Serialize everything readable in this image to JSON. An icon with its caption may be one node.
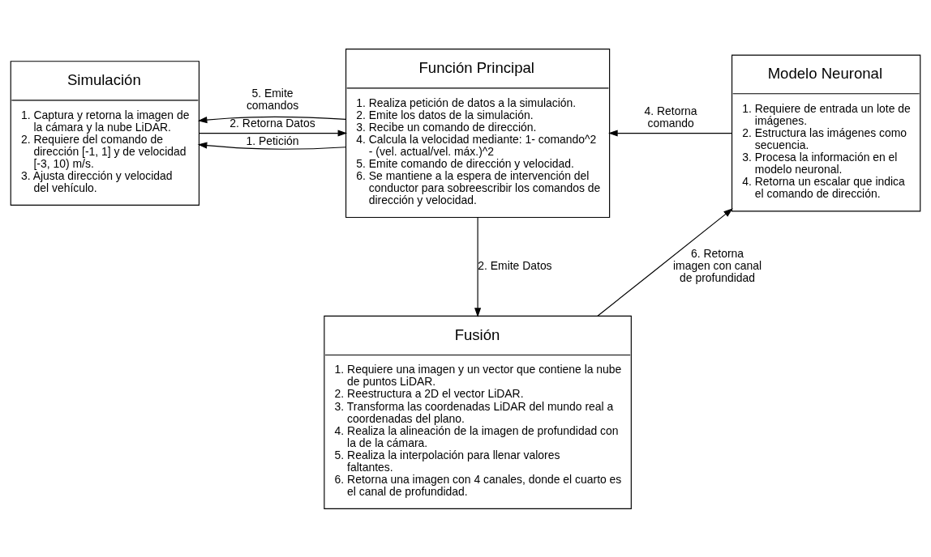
{
  "diagram": {
    "nodes": [
      {
        "text": [
          "Simulación",
          "1. Captura y retorna la imagen de la cámara y la nube LiDAR.",
          "2. Requiere del comando de dirección [-1, 1] y de velocidad [-3, 10) m/s.",
          "3. Ajusta dirección y velocidad del vehículo."
        ]
      },
      {
        "text": [
          "Función Principal",
          "1. Realiza petición de datos a la simulación.",
          "2. Emite los datos de la simulación.",
          "3. Recibe un comando de dirección.",
          "4. Calcula la velocidad mediante: 1- comando^2 - (vel. actual/vel. máx.)^2",
          "5. Emite comando de dirección y velocidad.",
          "6. Se mantiene a la espera de intervención del conductor para sobreescribir los comandos de dirección y velocidad."
        ]
      },
      {
        "text": [
          "Modelo Neuronal",
          "1. Requiere de entrada un lote de imágenes.",
          "2. Estructura las imágenes como secuencia.",
          "3. Procesa la información en el modelo neuronal.",
          "4. Retorna un escalar que indica el comando de dirección."
        ]
      },
      {
        "text": [
          "Fusión",
          "1. Requiere una imagen y un vector que contiene la nube de puntos LiDAR.",
          "2. Reestructura a 2D el vector LiDAR.",
          "3. Transforma las coordenadas LiDAR del mundo real a coordenadas del plano.",
          "4. Realiza la alineación de la imagen de profundidad con la de la cámara.",
          "5. Realiza la interpolación para llenar valores faltantes.",
          "6. Retorna una imagen con 4 canales, donde el cuarto es el canal de profundidad."
        ]
      }
    ],
    "edges": [
      {
        "from": 1,
        "to": 0,
        "arrow": "to",
        "label": "1. Petición"
      },
      {
        "from": 0,
        "to": 1,
        "arrow": "to",
        "label": "2. Retorna Datos"
      },
      {
        "from": 1,
        "to": 0,
        "arrow": "to",
        "label": "5. Emite comandos"
      },
      {
        "from": 2,
        "to": 1,
        "arrow": "to",
        "label": "4. Retorna comando"
      },
      {
        "from": 1,
        "to": 3,
        "arrow": "to",
        "label": "2. Emite Datos"
      },
      {
        "from": 3,
        "to": 2,
        "arrow": "to",
        "label": "6. Retorna imagen con canal de profundidad"
      }
    ]
  }
}
